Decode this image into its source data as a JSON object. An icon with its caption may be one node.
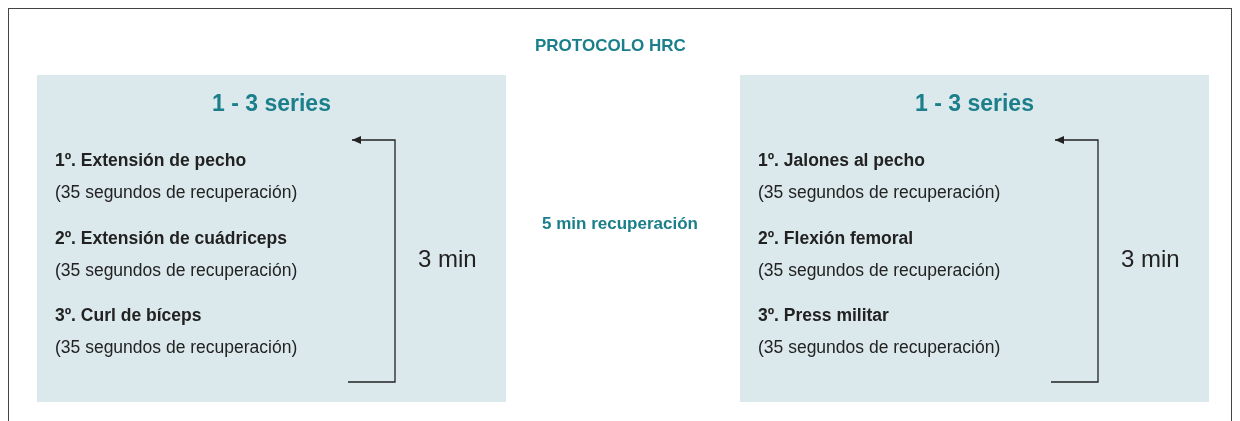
{
  "diagram": {
    "title": "PROTOCOLO HRC",
    "nodes": [
      {
        "text": [
          "1 - 3 series"
        ]
      },
      {
        "text": [
          "1º. Extensión de pecho",
          "(35 segundos de recuperación)"
        ],
        "in": 0
      },
      {
        "text": [
          "2º. Extensión de cuádriceps",
          "(35 segundos de recuperación)"
        ],
        "in": 0
      },
      {
        "text": [
          "3º. Curl de bíceps",
          "(35 segundos de recuperación)"
        ],
        "in": 0
      },
      {
        "text": [
          "1 - 3 series"
        ]
      },
      {
        "text": [
          "1º. Jalones al pecho",
          "(35 segundos de recuperación)"
        ],
        "in": 4
      },
      {
        "text": [
          "2º. Flexión femoral",
          "(35 segundos de recuperación)"
        ],
        "in": 4
      },
      {
        "text": [
          "3º. Press militar",
          "(35 segundos de recuperación)"
        ],
        "in": 4
      }
    ],
    "edges": [
      {
        "from": 3,
        "to": 1,
        "arrow": "to",
        "label": "3 min"
      },
      {
        "from": 7,
        "to": 5,
        "arrow": "to",
        "label": "3 min"
      }
    ],
    "labels": [
      "5 min recuperación"
    ]
  }
}
